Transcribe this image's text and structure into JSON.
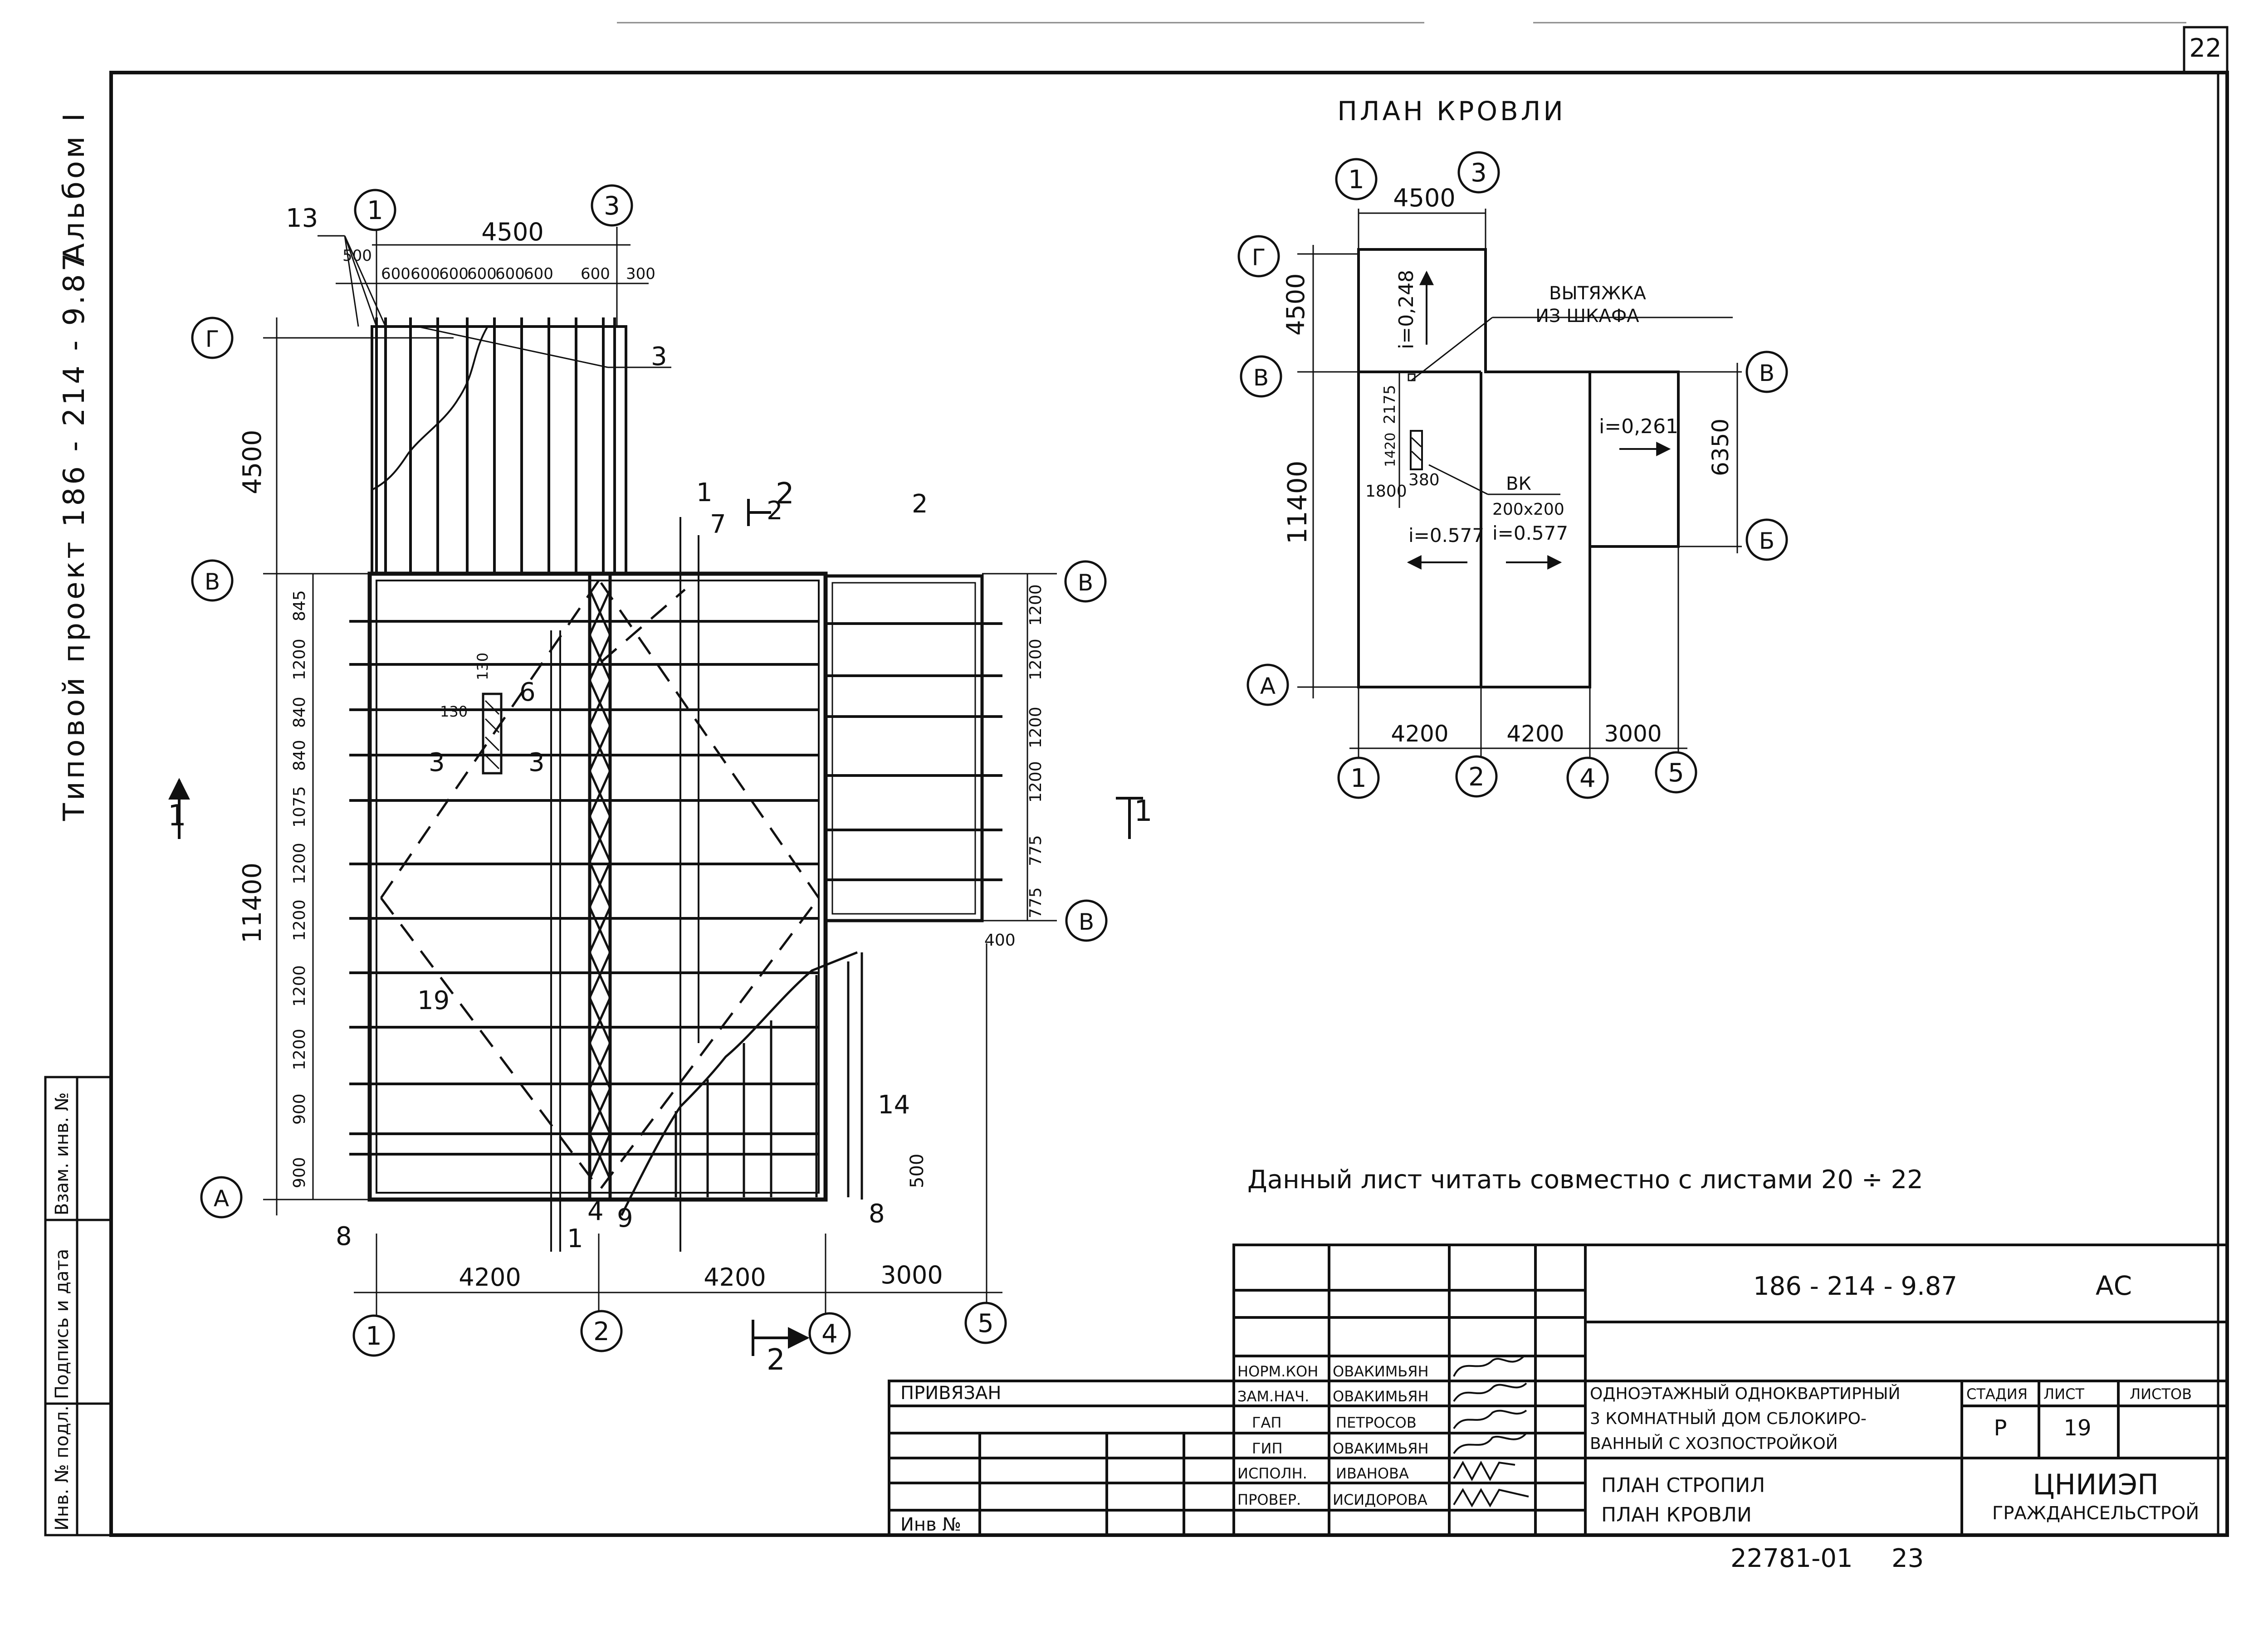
{
  "sheet_number": "22",
  "side_text": {
    "project": "Типовой   проект   186 - 214 - 9.87",
    "album": "Альбом I"
  },
  "rafter_plan": {
    "axes_top": [
      "1",
      "3"
    ],
    "axes_bottom": [
      "1",
      "2",
      "4",
      "5"
    ],
    "axes_left": [
      "Г",
      "В",
      "А"
    ],
    "axes_right": [
      "В",
      "В"
    ],
    "dim_top_total": "4500",
    "dim_top_segments": [
      "500",
      "600",
      "600",
      "600",
      "600",
      "600",
      "600",
      "600",
      "300"
    ],
    "dim_left_g_v": "4500",
    "dim_left_v_a": "11400",
    "dim_left_segments": [
      "845",
      "1200",
      "840",
      "840",
      "1075",
      "1200",
      "1200",
      "1200",
      "1200",
      "900",
      "900"
    ],
    "dim_bottom_segments": [
      "4200",
      "4200",
      "3000"
    ],
    "dim_right_segments": [
      "1200",
      "1200",
      "1200",
      "1200",
      "775",
      "775"
    ],
    "dim_right_extra": "400",
    "dim_500_right": "500",
    "chimney_dims": [
      "130",
      "130"
    ],
    "marks": [
      "13",
      "3",
      "1",
      "7",
      "2",
      "2",
      "6",
      "3",
      "3",
      "19",
      "14",
      "8",
      "8",
      "4",
      "1",
      "9"
    ],
    "section_marks": [
      "1",
      "1",
      "2",
      "2"
    ]
  },
  "roof_plan": {
    "title": "ПЛАН КРОВЛИ",
    "axes_top": [
      "1",
      "3"
    ],
    "axes_bottom": [
      "1",
      "2",
      "4",
      "5"
    ],
    "axes_left": [
      "Г",
      "В",
      "А"
    ],
    "axes_right": [
      "В",
      "Б"
    ],
    "dim_top": "4500",
    "dim_left_top": "4500",
    "dim_left_main": "11400",
    "dim_inner": [
      "2175",
      "1420",
      "1800",
      "380"
    ],
    "dim_right": "6350",
    "dim_bottom": [
      "4200",
      "4200",
      "3000"
    ],
    "slopes": [
      "i=0,248",
      "i=0,261",
      "i=0.577",
      "i=0.577"
    ],
    "exhaust_label_1": "ВЫТЯЖКА",
    "exhaust_label_2": "ИЗ ШКАФА",
    "vent_label": "ВК",
    "vent_size": "200х200"
  },
  "note": "Данный лист читать совместно с листами  20 ÷ 22",
  "title_block": {
    "code": "186 - 214 - 9.87",
    "mark": "АС",
    "privyazan": "ПРИВЯЗАН",
    "inv_no": "Инв №",
    "roles": [
      "НОРМ.КОН",
      "ЗАМ.НАЧ.",
      "ГАП",
      "ГИП",
      "ИСПОЛН.",
      "ПРОВЕР."
    ],
    "names": [
      "ОВАКИМЬЯН",
      "ОВАКИМЬЯН",
      "ПЕТРОСОВ",
      "ОВАКИМЬЯН",
      "ИВАНОВА",
      "ИСИДОРОВА"
    ],
    "description": [
      "ОДНОЭТАЖНЫЙ ОДНОКВАРТИРНЫЙ",
      "3 КОМНАТНЫЙ ДОМ СБЛОКИРО-",
      "ВАННЫЙ С ХОЗПОСТРОЙКОЙ"
    ],
    "stage_label": "СТАДИЯ",
    "sheet_label": "ЛИСТ",
    "sheets_label": "ЛИСТОВ",
    "stage": "Р",
    "sheet": "19",
    "drawing_titles": [
      "ПЛАН СТРОПИЛ",
      "ПЛАН КРОВЛИ"
    ],
    "org": [
      "ЦНИИЭП",
      "ГРАЖДАНСЕЛЬСТРОЙ"
    ],
    "bottom_code": "22781-01",
    "bottom_page": "23"
  },
  "side_stamp": [
    "Инв. № подл.",
    "Подпись и дата",
    "Взам. инв. №"
  ]
}
